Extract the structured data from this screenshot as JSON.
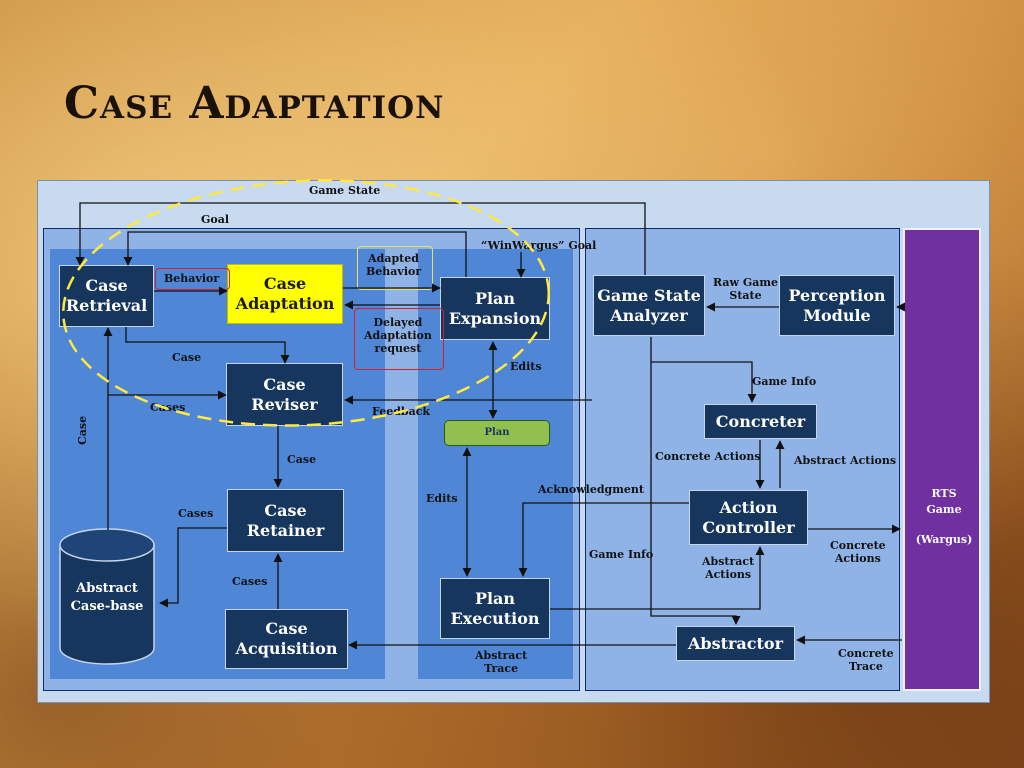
{
  "slide": {
    "title": "Case Adaptation"
  },
  "diagram": {
    "boxes": {
      "case_retrieval": "Case\nRetrieval",
      "case_adaptation": "Case\nAdaptation",
      "plan_expansion": "Plan\nExpansion",
      "case_reviser": "Case\nReviser",
      "plan": "Plan",
      "case_retainer": "Case\nRetainer",
      "abstract_case_base": "Abstract\nCase-base",
      "case_acquisition": "Case\nAcquisition",
      "plan_execution": "Plan\nExecution",
      "game_state_analyzer": "Game State\nAnalyzer",
      "perception_module": "Perception\nModule",
      "concreter": "Concreter",
      "action_controller": "Action\nController",
      "abstractor": "Abstractor"
    },
    "rts": {
      "line1": "RTS",
      "line2": "Game",
      "line3": "(Wargus)"
    },
    "labels": {
      "game_state": "Game State",
      "goal": "Goal",
      "winwargus_goal": "“WinWargus” Goal",
      "behavior": "Behavior",
      "adapted_behavior": "Adapted\nBehavior",
      "delayed_adaptation_request": "Delayed\nAdaptation\nrequest",
      "case_1": "Case",
      "case_vertical": "Case",
      "cases_1": "Cases",
      "feedback": "Feedback",
      "edits_1": "Edits",
      "case_2": "Case",
      "cases_2": "Cases",
      "cases_3": "Cases",
      "edits_2": "Edits",
      "acknowledgment": "Acknowledgment",
      "abstract_trace": "Abstract\nTrace",
      "raw_game_state": "Raw Game\nState",
      "game_info_1": "Game Info",
      "concrete_actions_1": "Concrete Actions",
      "abstract_actions_1": "Abstract Actions",
      "game_info_2": "Game Info",
      "abstract_actions_2": "Abstract\nActions",
      "concrete_actions_2": "Concrete\nActions",
      "concrete_trace": "Concrete\nTrace"
    },
    "colors": {
      "box_fill": "#17365d",
      "highlight_yellow": "#ffff00",
      "plan_green": "#92c050",
      "rts_purple": "#7030a0",
      "dashed_ellipse": "#ffe840"
    }
  }
}
